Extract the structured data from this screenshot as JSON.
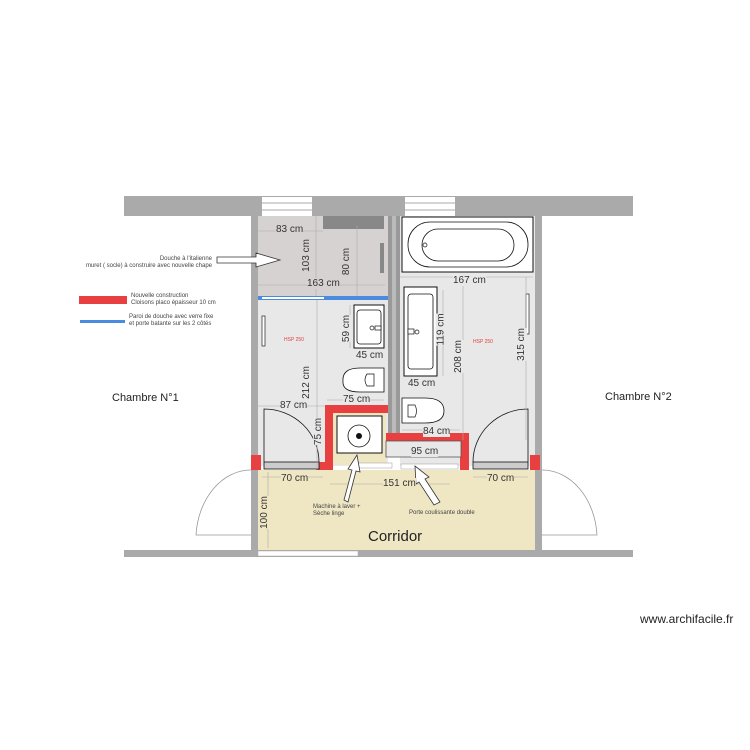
{
  "plan": {
    "rooms": [
      {
        "id": "chambre1",
        "label": "Chambre N°1"
      },
      {
        "id": "chambre2",
        "label": "Chambre N°2"
      },
      {
        "id": "corridor",
        "label": "Corridor"
      }
    ],
    "hsp_labels": [
      "HSP 250",
      "HSP 250"
    ],
    "notes": {
      "douche_line1": "Douche à l'italienne",
      "douche_line2": "muret ( socle) à construire avec nouvelle chape",
      "machine_line1": "Machine à laver +",
      "machine_line2": "Sèche linge",
      "porte": "Porte coulissante double"
    },
    "legend": [
      {
        "color": "#e84040",
        "line1": "Nouvelle construction",
        "line2": "Cloisons placo épaisseur 10 cm"
      },
      {
        "color": "#4a8ae0",
        "line1": "Paroi de douche avec verre fixe",
        "line2": "et porte batante sur les 2 côtés"
      }
    ],
    "dimensions": {
      "d83": "83 cm",
      "d103": "103 cm",
      "d80": "80 cm",
      "d163": "163 cm",
      "d167": "167 cm",
      "d59": "59 cm",
      "d45a": "45 cm",
      "d45b": "45 cm",
      "d119": "119 cm",
      "d208": "208 cm",
      "d315": "315 cm",
      "d212": "212 cm",
      "d75h": "75 cm",
      "d87": "87 cm",
      "d75v": "75 cm",
      "d84": "84 cm",
      "d95": "95 cm",
      "d70a": "70 cm",
      "d151": "151 cm",
      "d70b": "70 cm",
      "d100": "100 cm"
    },
    "colors": {
      "wall": "#aaaaaa",
      "new_construction": "#e84040",
      "shower_glass": "#4a8ae0",
      "floor_bath": "#e8e8e8",
      "floor_shower": "#d6d2d2",
      "corridor": "#efe6c4"
    }
  },
  "watermark": "www.archifacile.fr"
}
